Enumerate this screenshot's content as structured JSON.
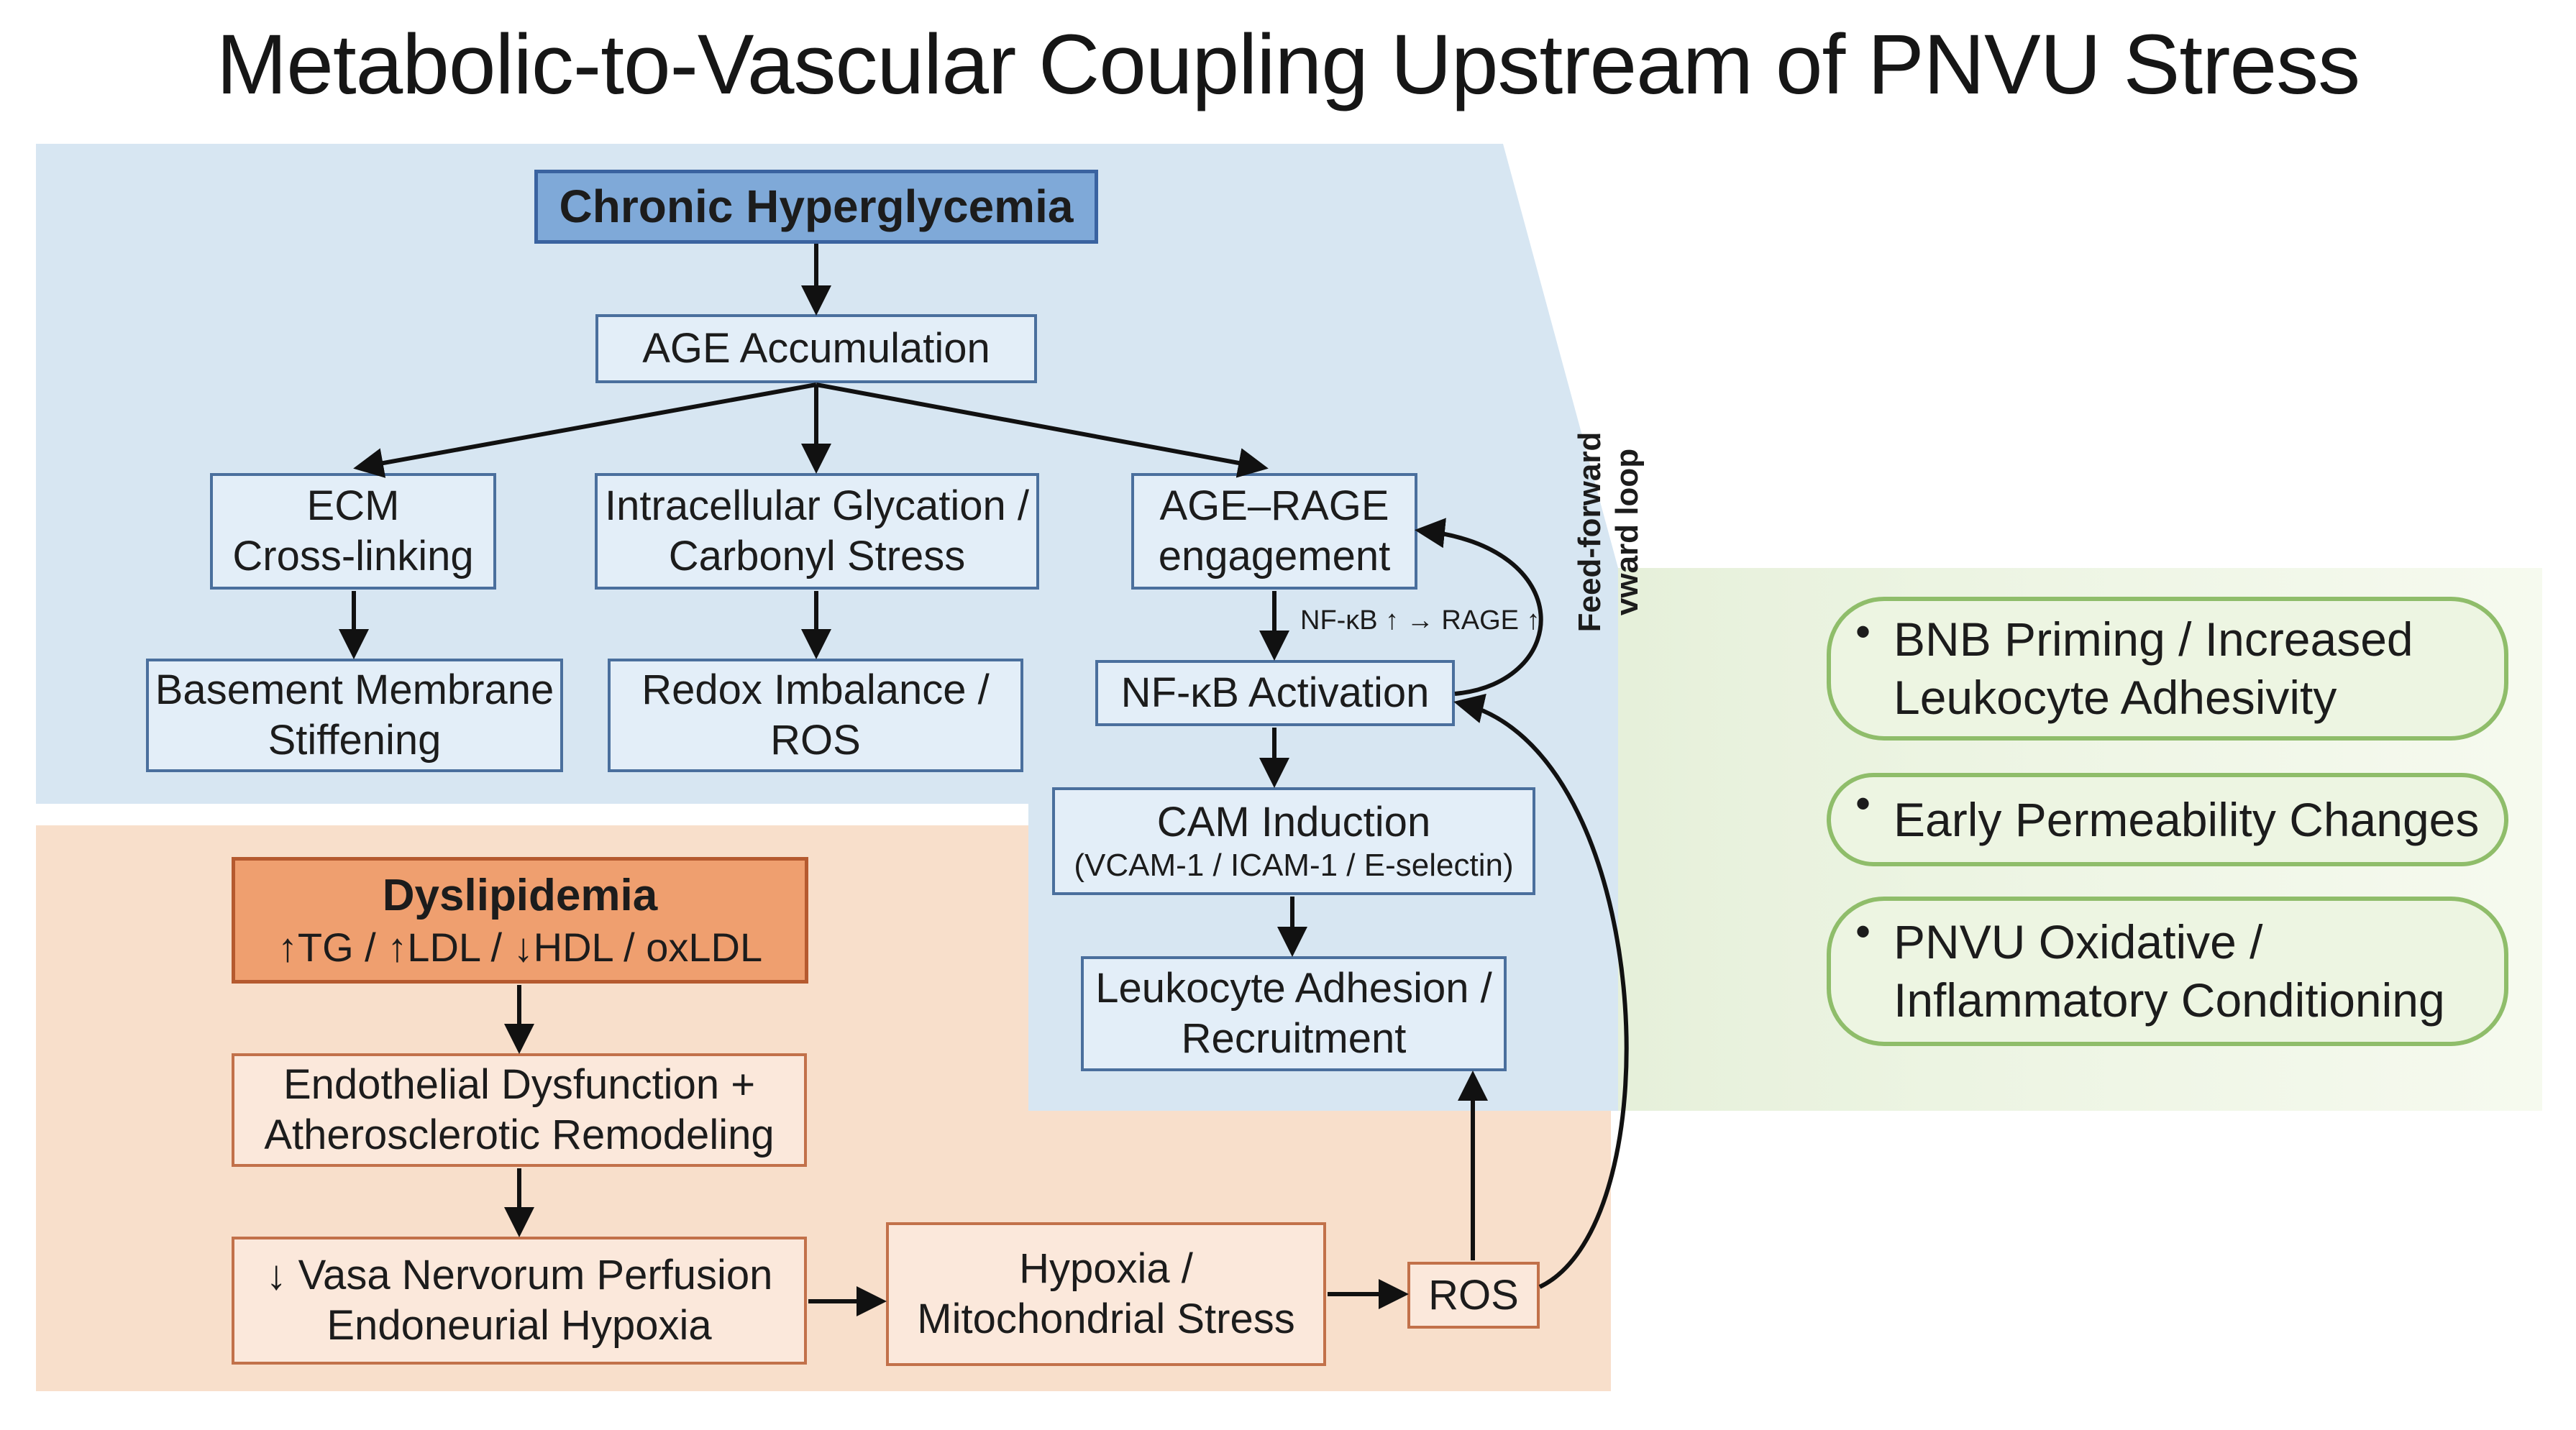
{
  "title": "Metabolic-to-Vascular Coupling Upstream of PNVU Stress",
  "nodes": {
    "chronic_hyperglycemia": "Chronic Hyperglycemia",
    "age_accumulation": "AGE Accumulation",
    "ecm_crosslinking": [
      "ECM",
      "Cross-linking"
    ],
    "intracellular_glycation": [
      "Intracellular Glycation /",
      "Carbonyl Stress"
    ],
    "age_rage": [
      "AGE–RAGE",
      "engagement"
    ],
    "basement_membrane": [
      "Basement Membrane",
      "Stiffening"
    ],
    "redox_imbalance": [
      "Redox Imbalance /",
      "ROS"
    ],
    "nfkb_activation": "NF-κB Activation",
    "cam_induction": [
      "CAM Induction",
      "(VCAM-1 / ICAM-1 / E-selectin)"
    ],
    "leukocyte_adhesion": [
      "Leukocyte Adhesion /",
      "Recruitment"
    ],
    "dyslipidemia": [
      "Dyslipidemia",
      "↑TG / ↑LDL / ↓HDL / oxLDL"
    ],
    "endothelial_dysfunction": [
      "Endothelial Dysfunction +",
      "Atherosclerotic Remodeling"
    ],
    "vasa_nervorum": [
      "↓ Vasa Nervorum Perfusion",
      "Endoneurial Hypoxia"
    ],
    "hypoxia_mito": [
      "Hypoxia /",
      "Mitochondrial Stress"
    ],
    "ros": "ROS"
  },
  "edge_labels": {
    "nfkb_rage": "NF-κB ↑ → RAGE ↑",
    "feedforward": [
      "Feed-forward",
      "vward loop"
    ]
  },
  "outcomes": [
    [
      "BNB Priming / Increased",
      "Leukocyte Adhesivity"
    ],
    [
      "Early Permeability Changes"
    ],
    [
      "PNVU Oxidative /",
      "Inflammatory Conditioning"
    ]
  ],
  "colors": {
    "blue_region": "#d7e6f2",
    "orange_region": "#f8dfcb",
    "green_region": "#e5efd6",
    "arrow": "#111111"
  }
}
